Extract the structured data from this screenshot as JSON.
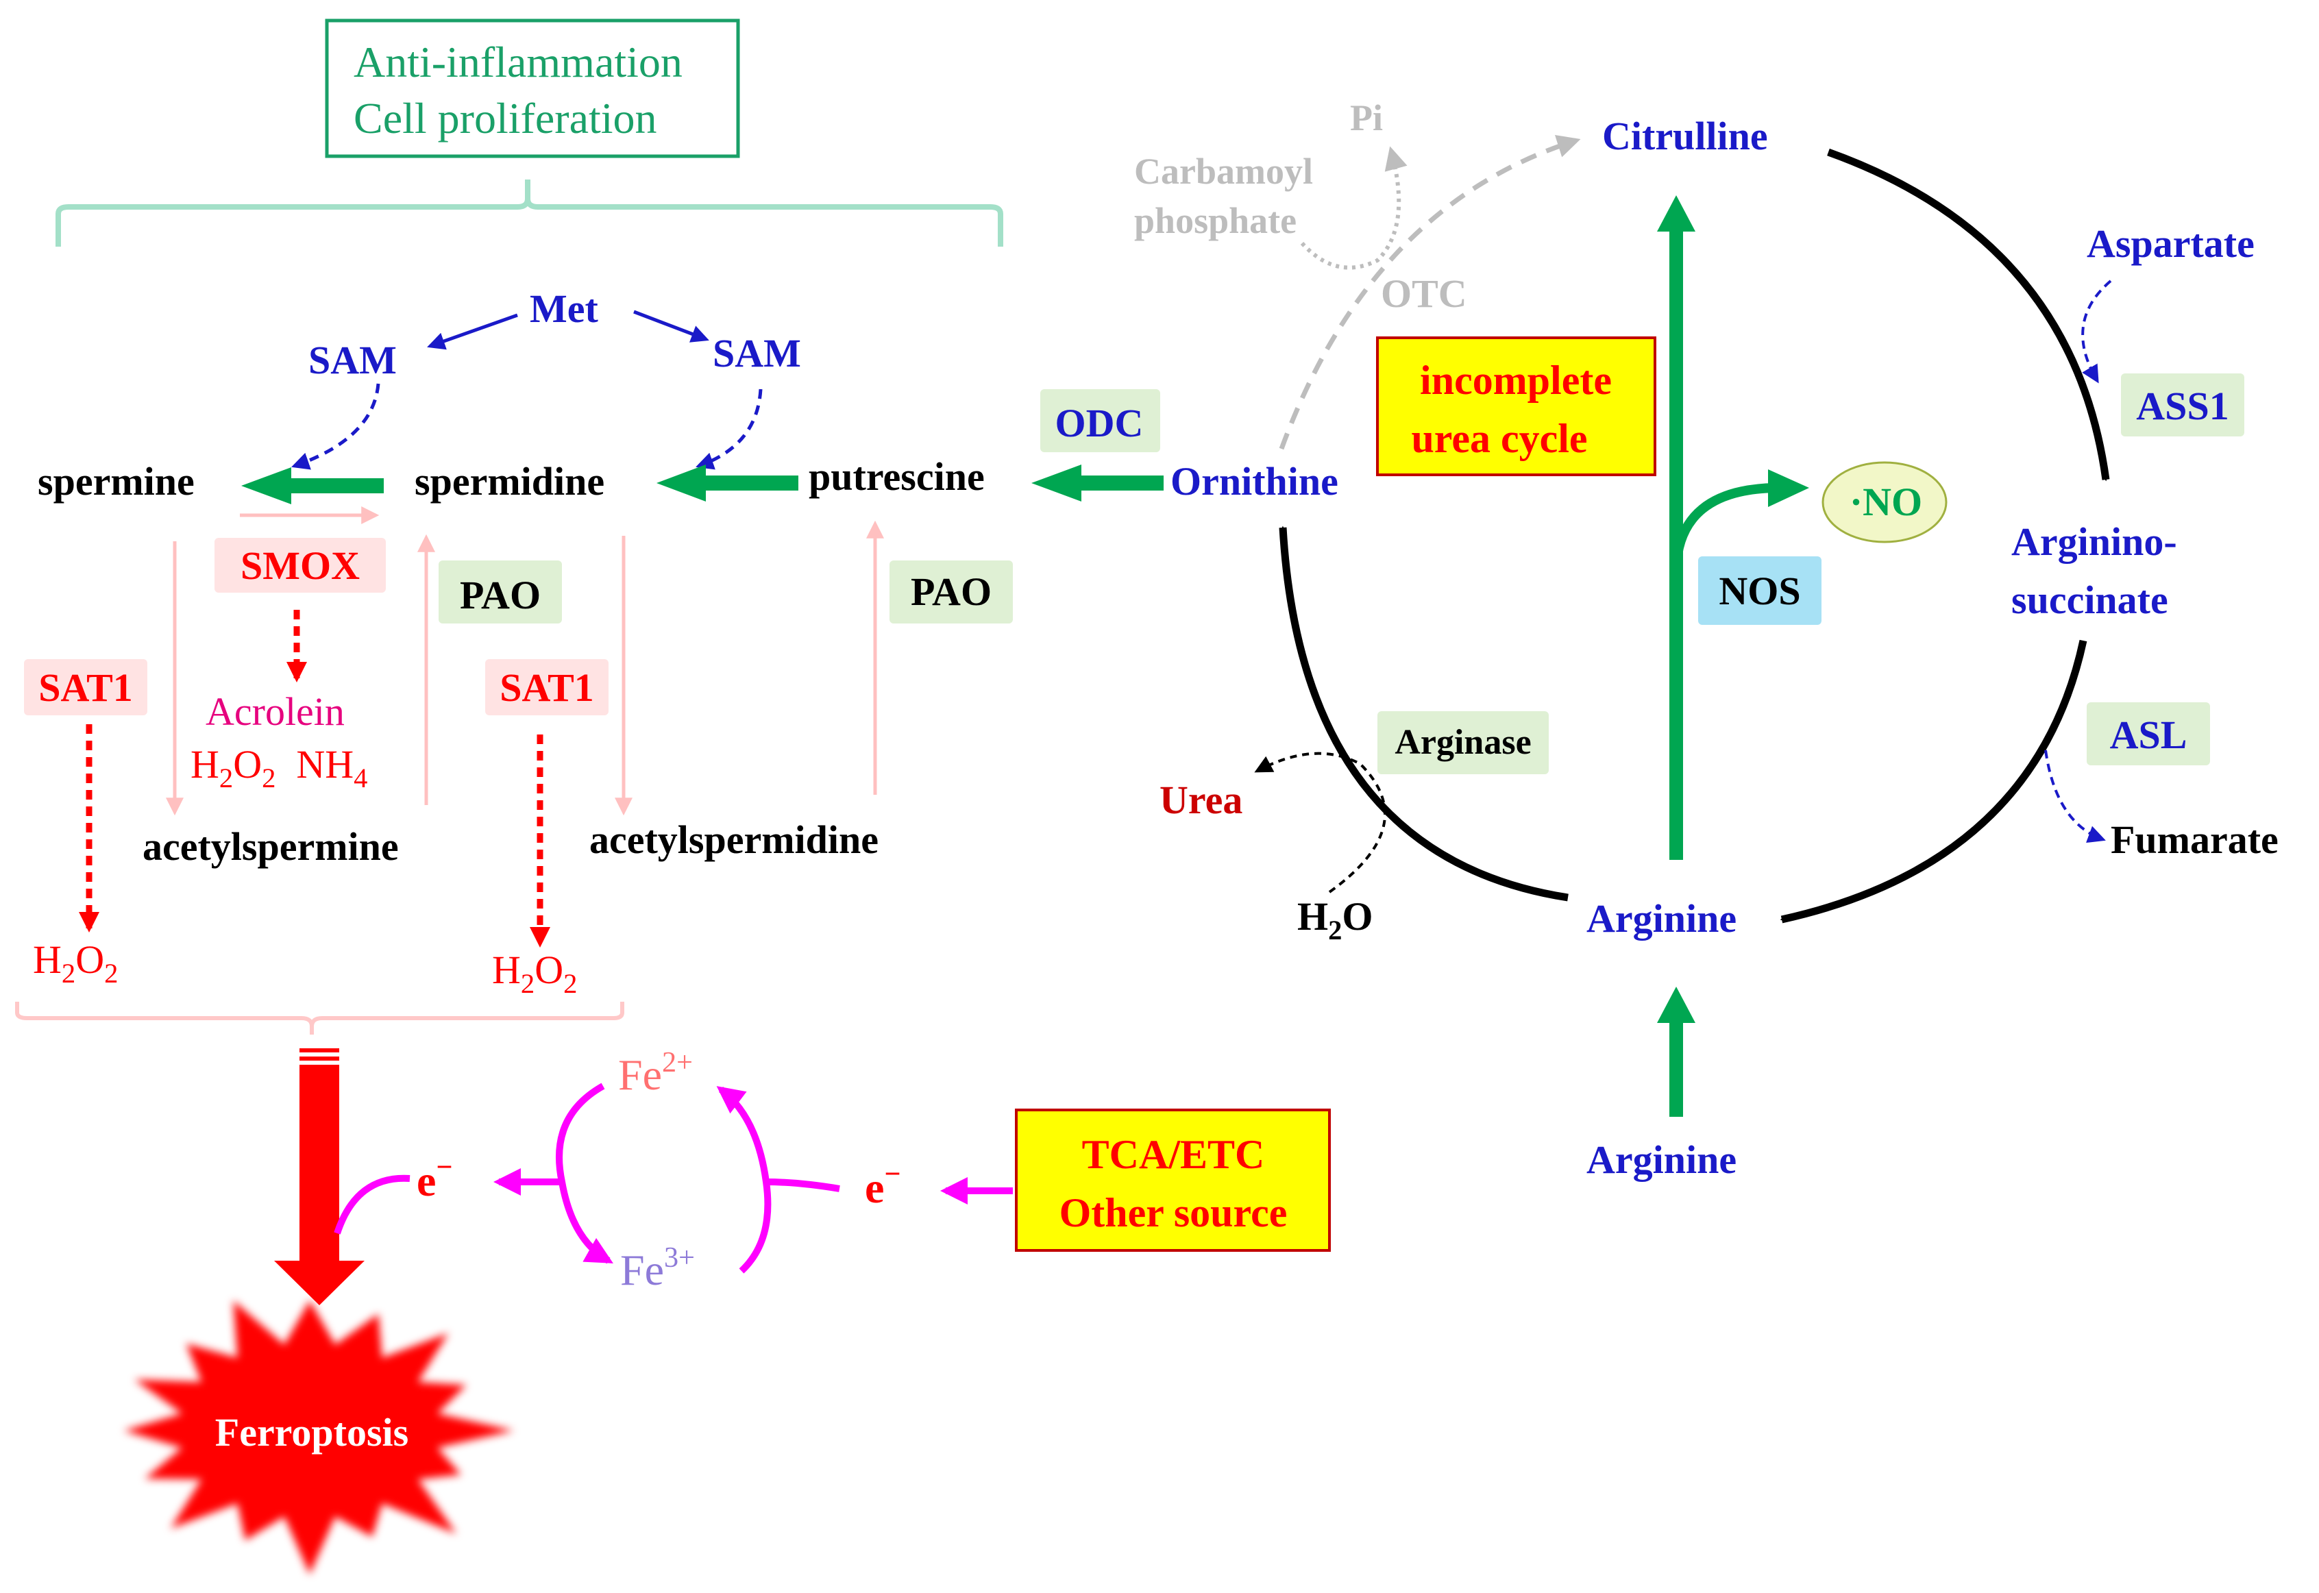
{
  "colors": {
    "blue": "#1a1ac8",
    "green_arrow": "#00a651",
    "red": "#ff0000",
    "pink": "#ffc0c0",
    "magenta": "#ff00ff",
    "grey": "#bdbdbd",
    "black": "#000000",
    "teal_box": "#1aa068",
    "yellow_box": "#ffff00",
    "enzyme_green": "#dff0d4",
    "enzyme_pink": "#ffe3e3",
    "nos_blue": "#a7e1f5",
    "no_ellipse": "#f2f7c8",
    "dark_red": "#cc0000"
  },
  "effects": {
    "line1": "Anti-inflammation",
    "line2": "Cell proliferation"
  },
  "metabolites": {
    "met": "Met",
    "sam_left": "SAM",
    "sam_right": "SAM",
    "spermine": "spermine",
    "spermidine": "spermidine",
    "putrescine": "putrescine",
    "acetylspermine": "acetylspermine",
    "acetylspermidine": "acetylspermidine",
    "acrolein": "Acrolein",
    "h2o2_mid_main": "H",
    "h2o2_mid_a": "2",
    "h2o2_mid_b": "O",
    "h2o2_mid_c": "2",
    "nh4_main": "NH",
    "nh4_sub": "4",
    "h2o2_left_a": "H",
    "h2o2_left_b": "2",
    "h2o2_left_c": "O",
    "h2o2_left_d": "2",
    "h2o2_right_a": "H",
    "h2o2_right_b": "2",
    "h2o2_right_c": "O",
    "h2o2_right_d": "2"
  },
  "enzymes": {
    "smox": "SMOX",
    "sat1_left": "SAT1",
    "sat1_right": "SAT1",
    "pao_left": "PAO",
    "pao_right": "PAO",
    "odc": "ODC",
    "ass1": "ASS1",
    "asl": "ASL",
    "nos": "NOS",
    "arginase": "Arginase",
    "otc": "OTC"
  },
  "urea_cycle": {
    "ornithine": "Ornithine",
    "citrulline": "Citrulline",
    "argininosuccinate_1": "Arginino-",
    "argininosuccinate_2": "succinate",
    "arginine_cycle": "Arginine",
    "arginine_input": "Arginine",
    "aspartate": "Aspartate",
    "fumarate": "Fumarate",
    "urea": "Urea",
    "h2o_a": "H",
    "h2o_b": "2",
    "h2o_c": "O",
    "no": "·NO",
    "pi": "Pi",
    "carbamoyl_1": "Carbamoyl",
    "carbamoyl_2": "phosphate",
    "incomplete_1": "incomplete",
    "incomplete_2": "urea cycle"
  },
  "iron": {
    "fe2_main": "Fe",
    "fe2_sup": "2+",
    "fe3_main": "Fe",
    "fe3_sup": "3+",
    "e_left_main": "e",
    "e_left_sup": "−",
    "e_right_main": "e",
    "e_right_sup": "−",
    "source_1": "TCA/ETC",
    "source_2": "Other source"
  },
  "outcome": {
    "ferroptosis": "Ferroptosis"
  }
}
